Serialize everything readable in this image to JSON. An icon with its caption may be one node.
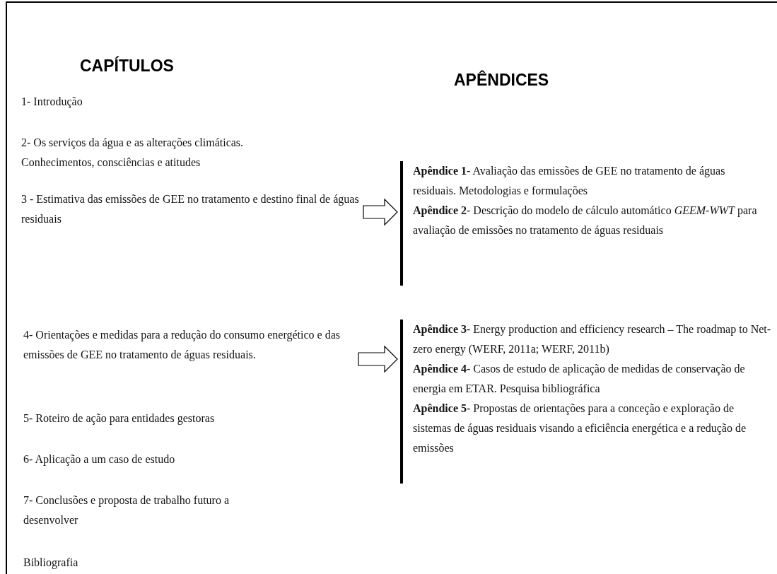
{
  "diagram": {
    "nodes": [
      {
        "text": [
          "3 - Estimativa das emissões de GEE no tratamento e destino final de águas residuais"
        ]
      },
      {
        "text": [
          "**Apêndice 1**- Avaliação das emissões de GEE no tratamento de águas residuais. Metodologias e formulações",
          "**Apêndice 2**- Descrição do modelo de cálculo automático *GEEM-WWT* para avaliação de emissões no tratamento de águas residuais"
        ]
      },
      {
        "text": [
          "4- Orientações e medidas para a redução do consumo energético e das emissões de GEE no tratamento de águas residuais."
        ]
      },
      {
        "text": [
          "**Apêndice 3**- Energy production and efficiency research – The roadmap to Net- zero energy (WERF, 2011a; WERF, 2011b)",
          "**Apêndice 4**- Casos de estudo de aplicação de medidas de conservação de energia em ETAR. Pesquisa bibliográfica",
          "**Apêndice 5**- Propostas de orientações para a conceção e exploração de sistemas de águas residuais visando a eficiência energética e a redução de emissões"
        ]
      }
    ],
    "edges": [
      {
        "from": 0,
        "to": 1,
        "arrow": "to"
      },
      {
        "from": 2,
        "to": 3,
        "arrow": "to"
      }
    ],
    "labels": [
      "CAPÍTULOS",
      "APÊNDICES",
      "1- Introdução",
      "2- Os serviços da água e as alterações climáticas. Conhecimentos, consciências e atitudes",
      "5- Roteiro de ação para entidades gestoras",
      "6- Aplicação a um caso de estudo",
      "7- Conclusões e proposta de trabalho futuro a desenvolver",
      "Bibliografia"
    ]
  }
}
